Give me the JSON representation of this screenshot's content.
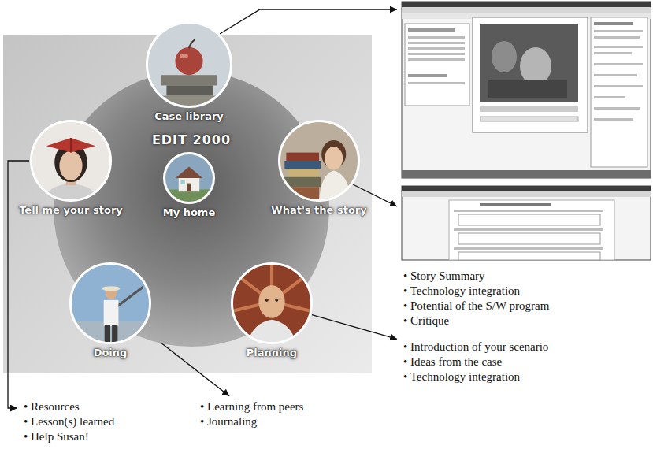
{
  "diagram": {
    "nodes": [
      {
        "text": [
          "EDIT 2000"
        ]
      },
      {
        "text": [
          "My home"
        ],
        "in": 0
      },
      {
        "text": [
          "Case library"
        ]
      },
      {
        "text": [
          "Tell me your story"
        ]
      },
      {
        "text": [
          "What's the story"
        ]
      },
      {
        "text": [
          "Doing"
        ]
      },
      {
        "text": [
          "Planning"
        ]
      },
      {
        "text": [
          "• Story Summary",
          "• Technology integration",
          "• Potential of the S/W program",
          "• Critique"
        ]
      },
      {
        "text": [
          "• Introduction of your scenario",
          "• Ideas from the case",
          "• Technology integration"
        ]
      },
      {
        "text": [
          "• Resources",
          "• Lesson(s) learned",
          "• Help Susan!"
        ]
      },
      {
        "text": [
          "• Learning from peers",
          "• Journaling"
        ]
      }
    ],
    "edges": [
      {
        "from": 6,
        "to": 8,
        "arrow": "to"
      },
      {
        "from": 5,
        "to": 10,
        "arrow": "to"
      },
      {
        "from": 3,
        "to": 9,
        "arrow": "to"
      }
    ]
  }
}
